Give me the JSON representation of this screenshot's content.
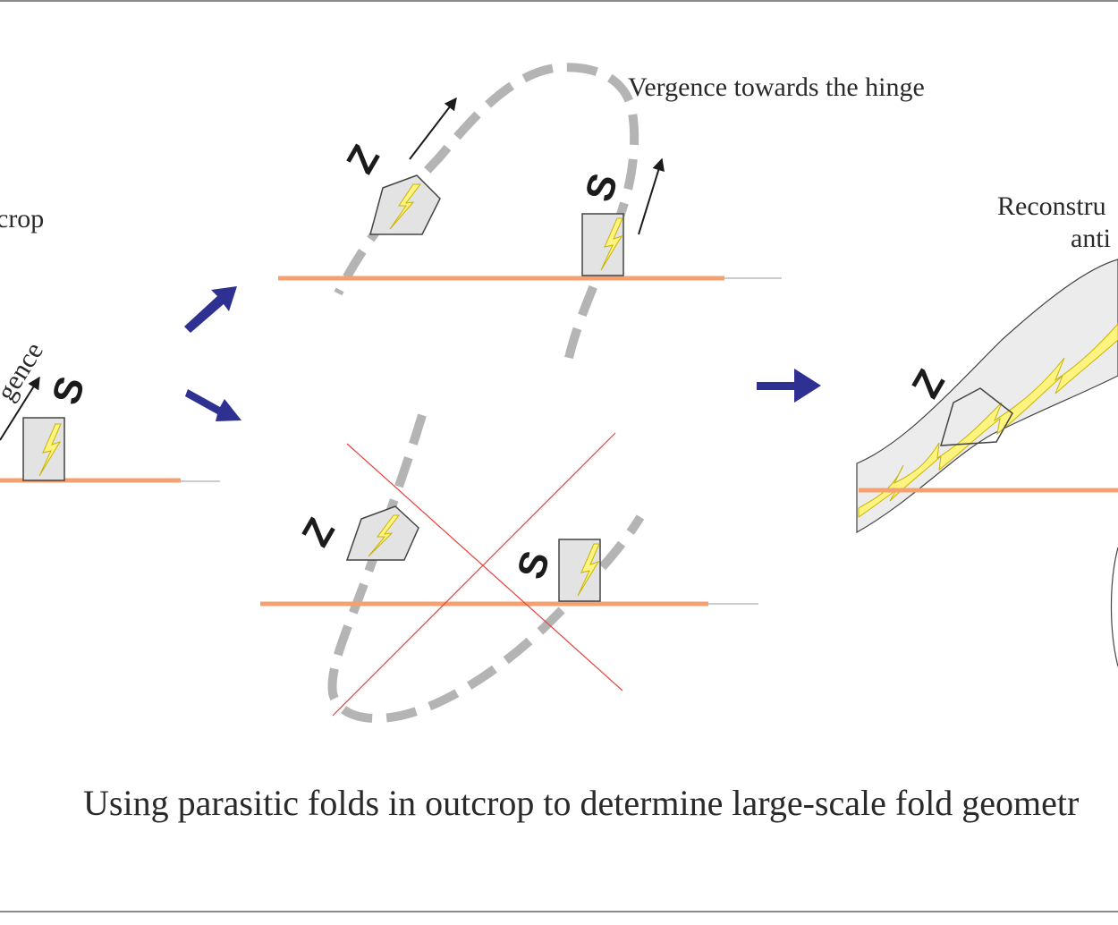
{
  "labels": {
    "outcrop_fragment": "crop",
    "vergence_fragment": "gence",
    "vergence_hinge": "Vergence towards the hinge",
    "reconstruct_1": "Reconstru",
    "reconstruct_2": "anti",
    "caption": "Using parasitic folds in outcrop to determine large-scale fold geometr",
    "letter_s": "S",
    "letter_z": "Z"
  },
  "colors": {
    "ground_line": "#f4a070",
    "fold_trace": "#b4b4b4",
    "blue_arrow": "#2e3192",
    "cross_line": "#e8403a",
    "box_fill": "#e3e3e3",
    "lightning": "#fff480",
    "band_fill": "#ececec",
    "frame_line": "#8a8a8a"
  }
}
